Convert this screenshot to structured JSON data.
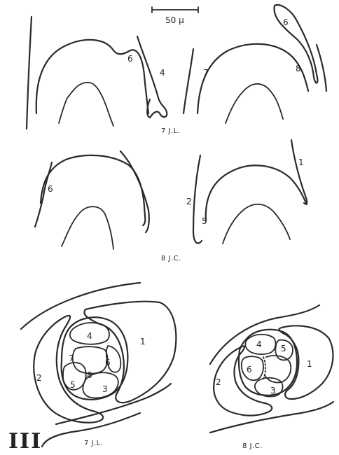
{
  "scale_bar": {
    "label": "50 μ"
  },
  "captions": {
    "row1": "7 J.L.",
    "row2": "8 J.C.",
    "bottom_left": "7 J.L.",
    "bottom_right": "8 J.C.",
    "panel_numeral": "III"
  },
  "labels": {
    "r1_left_6": "6",
    "r1_left_4": "4",
    "r1_right_6": "6",
    "r1_right_7": "7",
    "r1_right_8": "8",
    "r2_left_6": "6",
    "r2_right_1": "1",
    "r2_right_2": "2",
    "r2_right_5": "5",
    "bl_1": "1",
    "bl_2": "2",
    "bl_3": "3",
    "bl_4": "4",
    "bl_5": "5",
    "bl_6": "6",
    "bl_7": "7",
    "bl_8": "8",
    "br_1": "1",
    "br_2": "2",
    "br_3": "3",
    "br_4": "4",
    "br_5": "5",
    "br_6": "6"
  }
}
